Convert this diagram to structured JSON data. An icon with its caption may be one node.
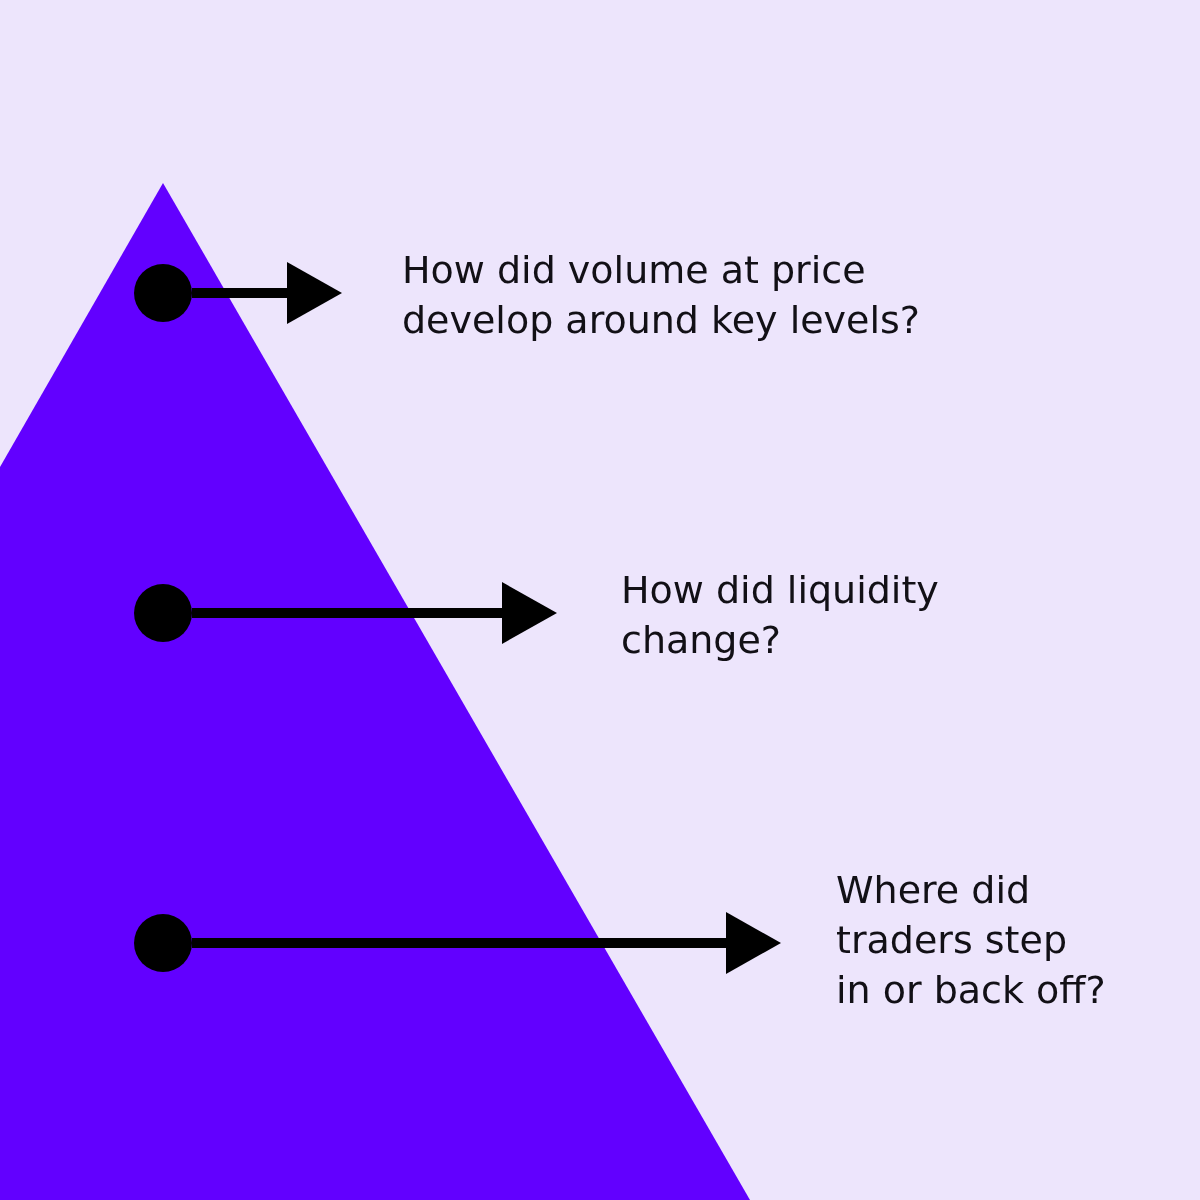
{
  "diagram": {
    "nodes": [
      {
        "text": [],
        "shape": "triangle"
      },
      {
        "text": [],
        "shape": "circle",
        "in": 0
      },
      {
        "text": [
          "How did volume at price develop around key levels?"
        ]
      },
      {
        "text": [],
        "shape": "circle",
        "in": 0
      },
      {
        "text": [
          "How did liquidity change?"
        ]
      },
      {
        "text": [],
        "shape": "circle",
        "in": 0
      },
      {
        "text": [
          "Where did traders step in or back off?"
        ]
      }
    ],
    "edges": [
      {
        "from": 1,
        "to": 2,
        "arrow": "to"
      },
      {
        "from": 3,
        "to": 4,
        "arrow": "to"
      },
      {
        "from": 5,
        "to": 6,
        "arrow": "to"
      }
    ]
  }
}
